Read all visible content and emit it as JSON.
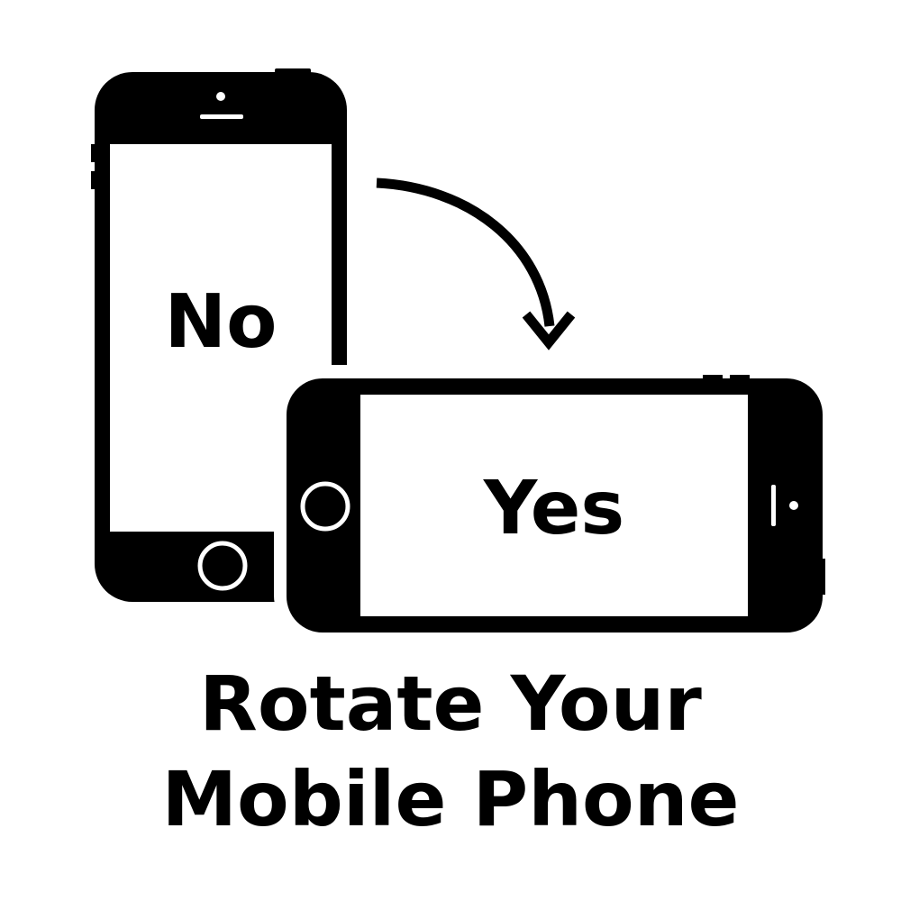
{
  "portrait_phone": {
    "label": "No",
    "icons": [
      "speaker-icon",
      "home-button-icon"
    ]
  },
  "landscape_phone": {
    "label": "Yes",
    "icons": [
      "home-button-icon",
      "speaker-icon"
    ]
  },
  "arrow": {
    "icon": "rotate-arrow-icon"
  },
  "caption": {
    "line1": "Rotate Your",
    "line2": "Mobile Phone"
  },
  "colors": {
    "ink": "#000000",
    "background": "#ffffff"
  }
}
